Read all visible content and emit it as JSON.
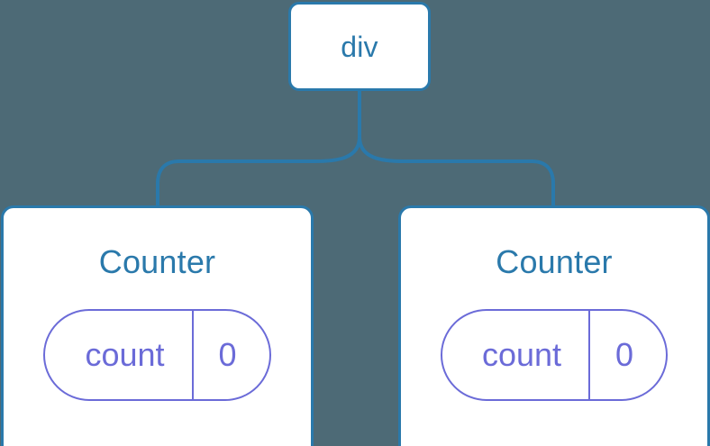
{
  "diagram": {
    "title": "component-tree",
    "background_color": "#4d6a76",
    "node_border_color": "#2a79ab",
    "node_text_color": "#2a79ab",
    "node_fill_color": "#ffffff",
    "state_accent_color": "#6b6bd8",
    "connector_color": "#2a79ab"
  },
  "root": {
    "label": "div"
  },
  "children": [
    {
      "name": "Counter",
      "state": {
        "key": "count",
        "value": "0"
      }
    },
    {
      "name": "Counter",
      "state": {
        "key": "count",
        "value": "0"
      }
    }
  ]
}
